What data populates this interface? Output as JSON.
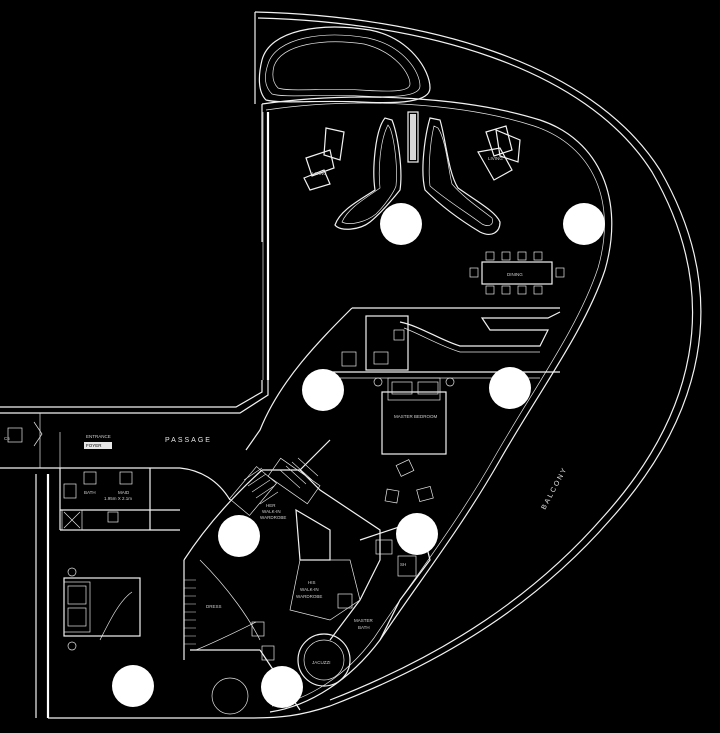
{
  "labels": {
    "balcony": "BALCONY",
    "passage": "PASSAGE",
    "entrance_foyer_1": "ENTRANCE",
    "entrance_foyer_2": "FOYER",
    "master_bedroom": "MASTER BEDROOM",
    "her_walkin_1": "HER",
    "her_walkin_2": "WALK-IN",
    "her_walkin_3": "WARDROBE",
    "his_walkin_1": "HIS",
    "his_walkin_2": "WALK-IN",
    "his_walkin_3": "WARDROBE",
    "dress": "DRESS",
    "master_bath_1": "MASTER",
    "master_bath_2": "BATH",
    "jacuzzi": "JACUZZI",
    "maid_1": "MAID",
    "maid_2": "1.95m X 2.1m",
    "bath": "BATH",
    "c5": "C5",
    "dining": "DINING",
    "living_left": "LIVING",
    "living_right": "LIVING",
    "sh": "SH"
  },
  "colors": {
    "background": "#000000",
    "lines": "#f2f2f2",
    "markers": "#ffffff"
  }
}
